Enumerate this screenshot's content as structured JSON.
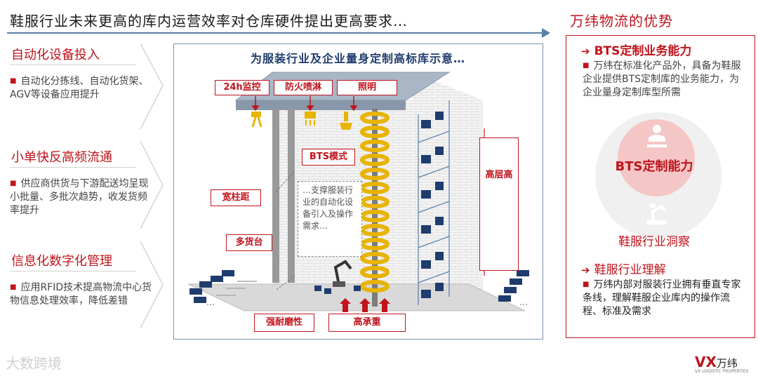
{
  "header": {
    "title": "鞋服行业未来更高的库内运营效率对仓库硬件提出更高要求…",
    "advantage_title": "万纬物流的优势"
  },
  "left_sections": [
    {
      "title": "自动化设备投入",
      "text": "自动化分拣线、自动化货架、AGV等设备应用提升"
    },
    {
      "title": "小单快反高频流通",
      "text": "供应商供货与下游配送均呈现小批量、多批次趋势，收发货频率提升"
    },
    {
      "title": "信息化数字化管理",
      "text": "应用RFID技术提高物流中心货物信息处理效率，降低差错"
    }
  ],
  "diagram": {
    "title": "为服装行业及企业量身定制高标库示意…",
    "labels": {
      "monitor": "24h监控",
      "sprinkler": "防火喷淋",
      "lighting": "照明",
      "bts_mode": "BTS模式",
      "wide_column": "宽柱距",
      "multi_platform": "多货台",
      "high_floor": "高层高",
      "wear_resistant": "强耐磨性",
      "high_load": "高承重"
    },
    "callout": "…支撑服装行业的自动化设备引入及操作需求…",
    "ellipsis_left": "…",
    "ellipsis_right": "…"
  },
  "right_panel": {
    "sub1": "BTS定制业务能力",
    "text1": "万纬在标准化产品外，具备为鞋服企业提供BTS定制库的业务能力，为企业量身定制库型所需",
    "circle_label": "BTS定制能力",
    "insight_label": "鞋服行业洞察",
    "sub2": "鞋服行业理解",
    "text2": "万纬内部对服装行业拥有垂直专家条线，理解鞋服企业库内的操作流程、标准及需求"
  },
  "footer": {
    "watermark": "大数跨境",
    "logo_mark": "VX",
    "logo_text": "万纬",
    "logo_sub": "VX LOGISTIC PROPERTIES"
  },
  "colors": {
    "accent": "#c0141c",
    "navy": "#1f3c6e",
    "arrow": "#5a7fa8",
    "screw": "#e8b400"
  }
}
